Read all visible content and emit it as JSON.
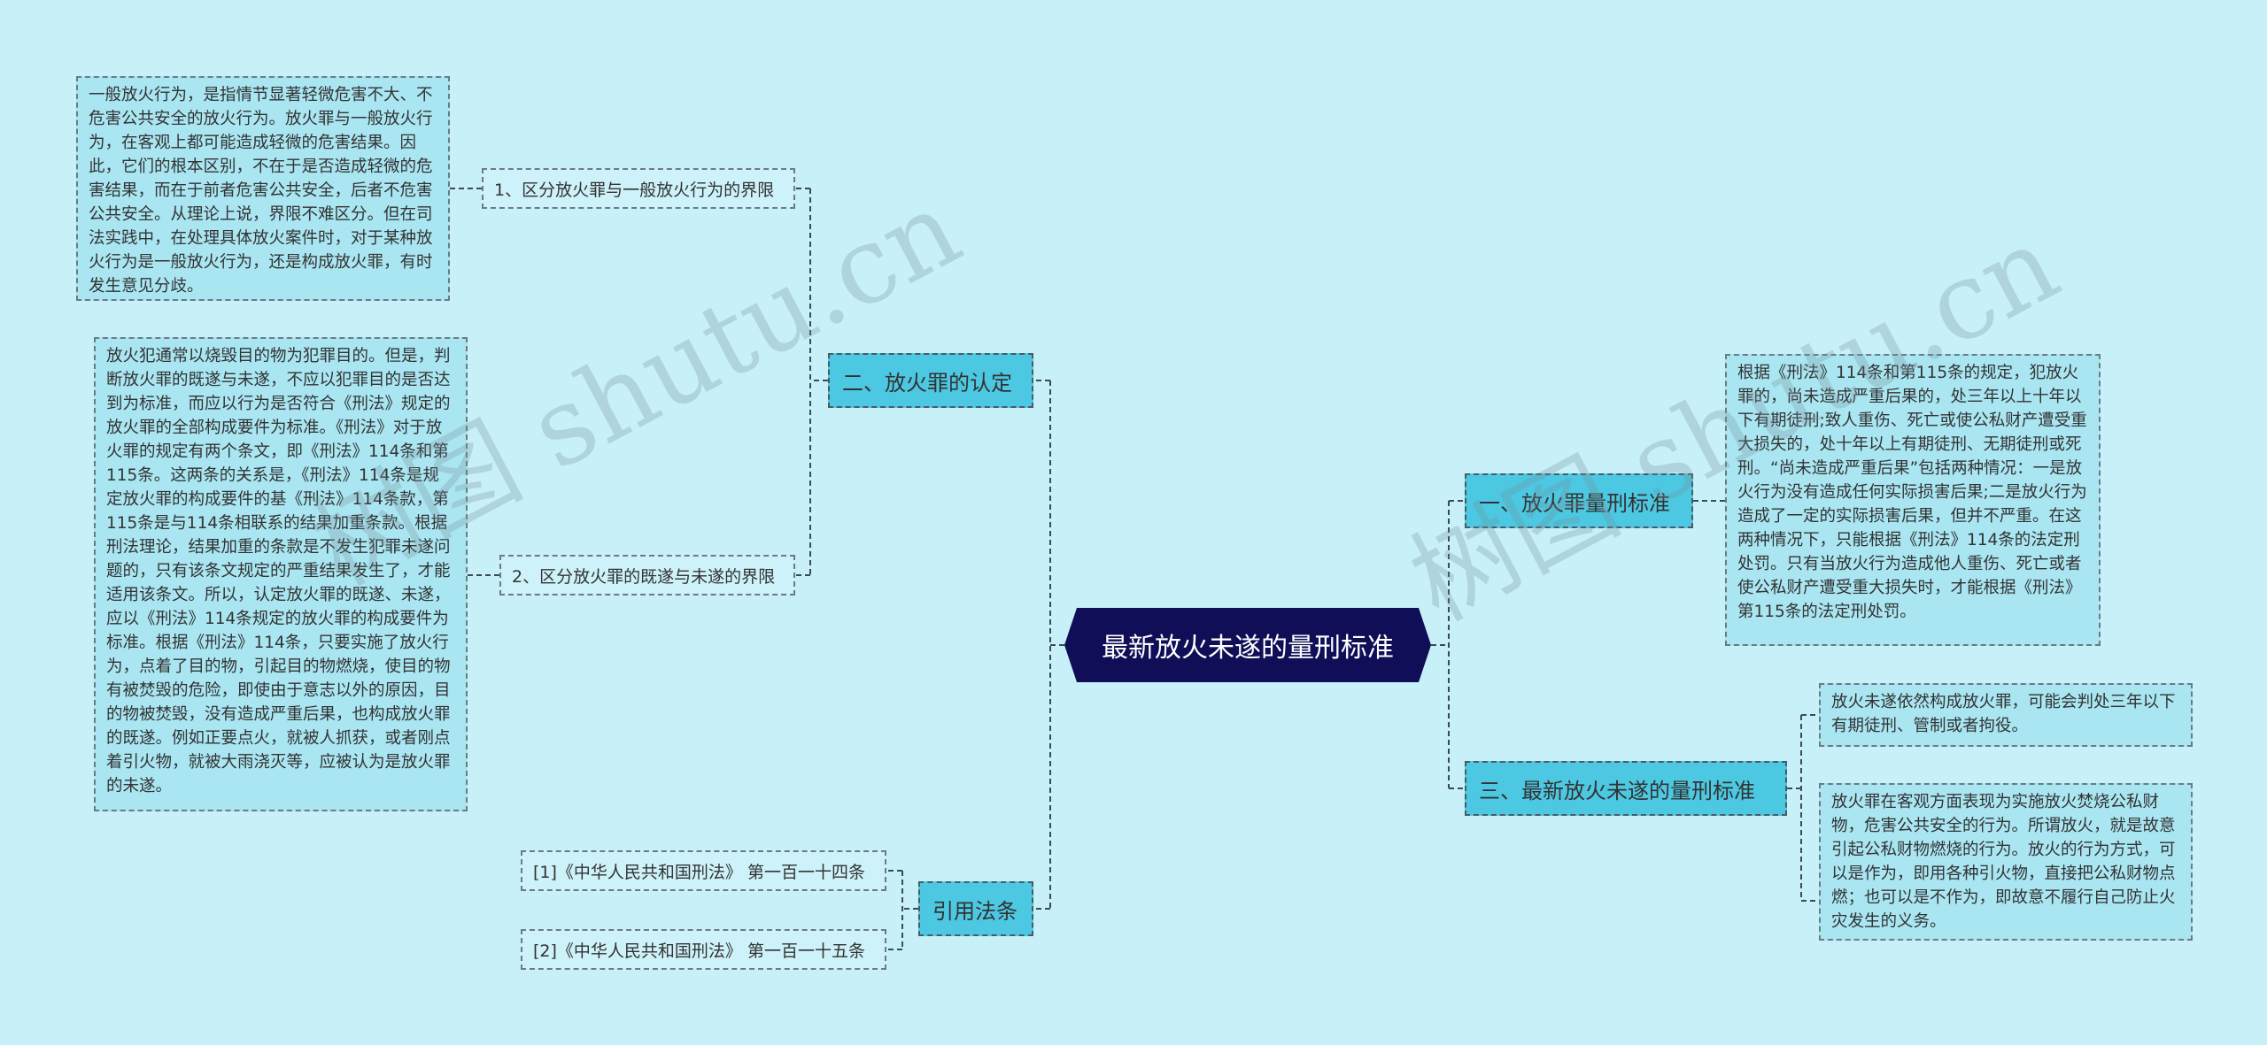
{
  "root": {
    "title": "最新放火未遂的量刑标准"
  },
  "branches": {
    "recognition": {
      "label": "二、放火罪的认定",
      "items": [
        {
          "label": "1、区分放火罪与一般放火行为的界限",
          "detail": "一般放火行为，是指情节显著轻微危害不大、不危害公共安全的放火行为。放火罪与一般放火行为，在客观上都可能造成轻微的危害结果。因此，它们的根本区别，不在于是否造成轻微的危害结果，而在于前者危害公共安全，后者不危害公共安全。从理论上说，界限不难区分。但在司法实践中，在处理具体放火案件时，对于某种放火行为是一般放火行为，还是构成放火罪，有时发生意见分歧。"
        },
        {
          "label": "2、区分放火罪的既遂与未遂的界限",
          "detail": "放火犯通常以烧毁目的物为犯罪目的。但是，判断放火罪的既遂与未遂，不应以犯罪目的是否达到为标准，而应以行为是否符合《刑法》规定的放火罪的全部构成要件为标准。《刑法》对于放火罪的规定有两个条文，即《刑法》114条和第115条。这两条的关系是，《刑法》114条是规定放火罪的构成要件的基《刑法》114条款，第115条是与114条相联系的结果加重条款。根据刑法理论，结果加重的条款是不发生犯罪未遂问题的，只有该条文规定的严重结果发生了，才能适用该条文。所以，认定放火罪的既遂、未遂，应以《刑法》114条规定的放火罪的构成要件为标准。根据《刑法》114条，只要实施了放火行为，点着了目的物，引起目的物燃烧，使目的物有被焚毁的危险，即使由于意志以外的原因，目的物被焚毁，没有造成严重后果，也构成放火罪的既遂。例如正要点火，就被人抓获，或者刚点着引火物，就被大雨浇灭等，应被认为是放火罪的未遂。"
        }
      ]
    },
    "laws": {
      "label": "引用法条",
      "items": [
        "[1]《中华人民共和国刑法》 第一百一十四条",
        "[2]《中华人民共和国刑法》 第一百一十五条"
      ]
    },
    "standard": {
      "label": "一、放火罪量刑标准",
      "detail": "根据《刑法》114条和第115条的规定，犯放火罪的，尚未造成严重后果的，处三年以上十年以下有期徒刑;致人重伤、死亡或使公私财产遭受重大损失的，处十年以上有期徒刑、无期徒刑或死刑。“尚未造成严重后果”包括两种情况：一是放火行为没有造成任何实际损害后果;二是放火行为造成了一定的实际损害后果，但并不严重。在这两种情况下，只能根据《刑法》114条的法定刑处罚。只有当放火行为造成他人重伤、死亡或者使公私财产遭受重大损失时，才能根据《刑法》第115条的法定刑处罚。"
    },
    "attempt": {
      "label": "三、最新放火未遂的量刑标准",
      "details": [
        "放火未遂依然构成放火罪，可能会判处三年以下有期徒刑、管制或者拘役。",
        "放火罪在客观方面表现为实施放火焚烧公私财物，危害公共安全的行为。所谓放火，就是故意引起公私财物燃烧的行为。放火的行为方式，可以是作为，即用各种引火物，直接把公私财物点燃；也可以是不作为，即故意不履行自己防止火灾发生的义务。"
      ]
    }
  },
  "watermarks": [
    "树图 shutu.cn",
    "树图 shutu.cn"
  ],
  "colors": {
    "background": "#c7f0f8",
    "root": "#0f0e56",
    "branch": "#4cc8e2",
    "leaf": "#a9e6f2",
    "line": "#3c4a55"
  }
}
